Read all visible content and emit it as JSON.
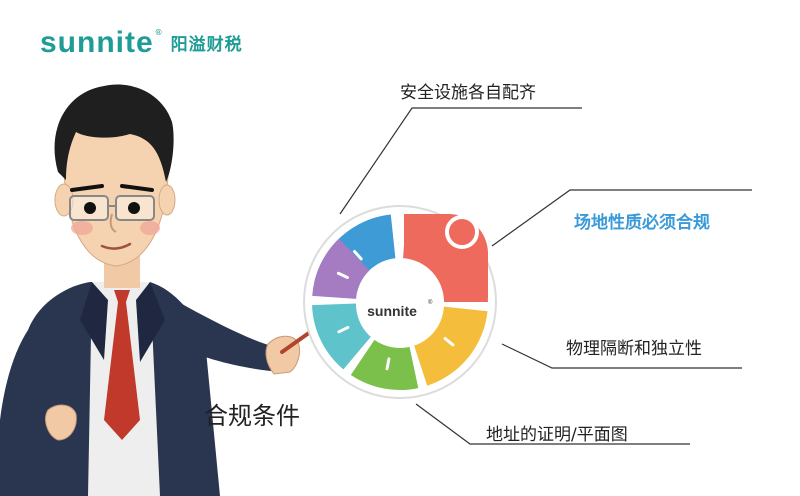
{
  "brand": {
    "name": "sunnite",
    "registered": "®",
    "chinese_name": "阳溢财税"
  },
  "wheel": {
    "center_logo": "sunnite",
    "center_reg": "®",
    "colors": {
      "blue": "#3f9bd6",
      "red": "#ee6a5c",
      "yellow": "#f5bd3c",
      "green": "#7cc04c",
      "teal": "#5fc3cb",
      "purple": "#a57bc1"
    }
  },
  "labels": {
    "top_left": "安全设施各自配齐",
    "right_highlight": "场地性质必须合规",
    "right_middle": "物理隔断和独立性",
    "bottom": "地址的证明/平面图"
  },
  "caption": "合规条件"
}
